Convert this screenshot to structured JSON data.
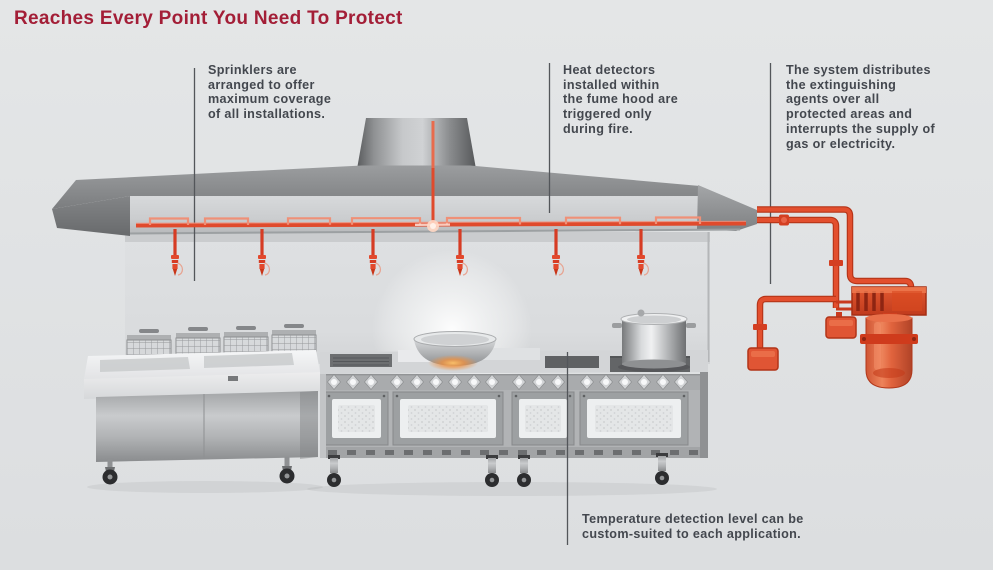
{
  "title": {
    "text": "Reaches Every Point You Need To Protect"
  },
  "callouts": {
    "sprinklers": {
      "lines": [
        "Sprinklers are",
        "arranged to offer",
        "maximum coverage",
        "of all installations."
      ]
    },
    "heat_detectors": {
      "lines": [
        "Heat detectors",
        "installed within",
        "the fume hood are",
        "triggered only",
        "during fire."
      ]
    },
    "distribution": {
      "lines": [
        "The system distributes",
        "the extinguishing",
        "agents over all",
        "protected areas and",
        "interrupts the supply of",
        "gas or electricity."
      ]
    },
    "temperature": {
      "lines": [
        "Temperature detection level can be",
        "custom-suited to each application."
      ]
    }
  },
  "colors": {
    "background": "#E1E3E5",
    "title_red": "#A31E37",
    "body_text": "#43474E",
    "callout_line": "#53565A",
    "system_red": "#E04A2C"
  }
}
